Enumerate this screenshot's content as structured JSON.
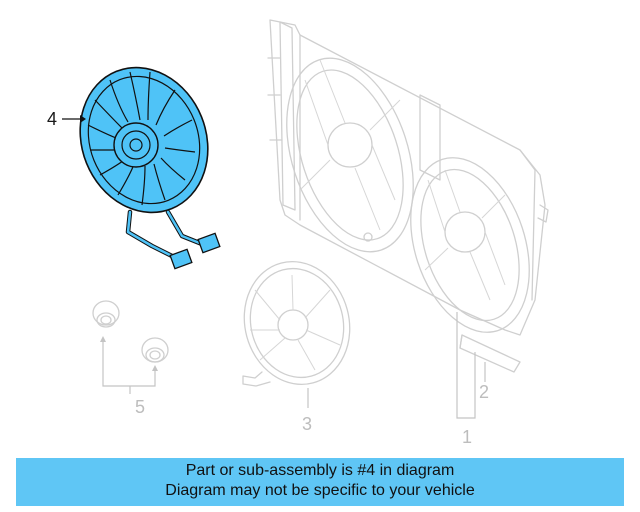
{
  "diagram": {
    "callouts": {
      "fan_assembly": "4",
      "shroud": "1",
      "bracket": "2",
      "secondary_fan": "3",
      "nut": "5"
    },
    "highlight_color": "#4fc3f7"
  },
  "banner": {
    "line1": "Part or sub-assembly is #4 in diagram",
    "line2": "Diagram may not be specific to your vehicle",
    "background": "#5fc6f5"
  }
}
